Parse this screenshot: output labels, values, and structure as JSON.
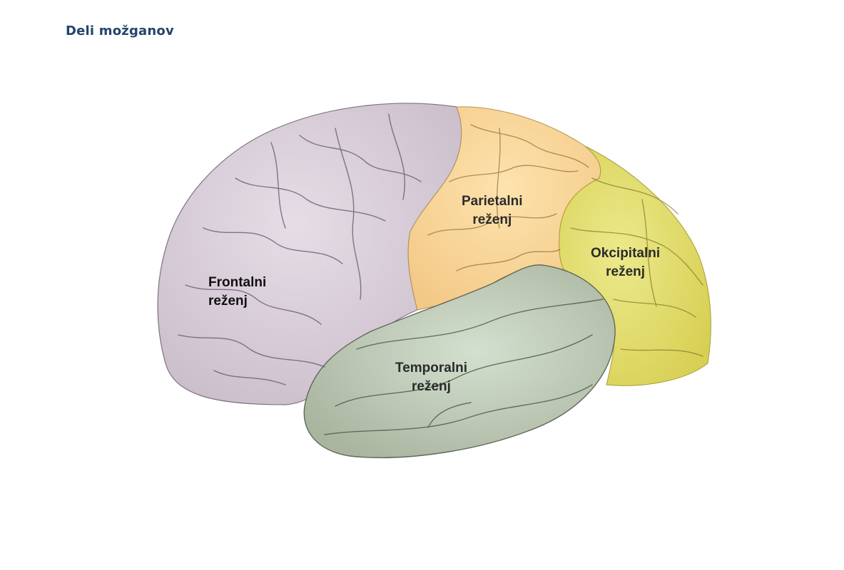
{
  "page": {
    "title": "Deli možganov"
  },
  "lobes": {
    "frontal": {
      "line1": "Frontalni",
      "line2": "reženj",
      "color": "#d9cfd9"
    },
    "parietal": {
      "line1": "Parietalni",
      "line2": "reženj",
      "color": "#fbd99a"
    },
    "occipital": {
      "line1": "Okcipitalni",
      "line2": "reženj",
      "color": "#e3df6f"
    },
    "temporal": {
      "line1": "Temporalni",
      "line2": "reženj",
      "color": "#c9d5c3"
    }
  },
  "icons": {
    "brain": "brain-illustration-icon"
  }
}
